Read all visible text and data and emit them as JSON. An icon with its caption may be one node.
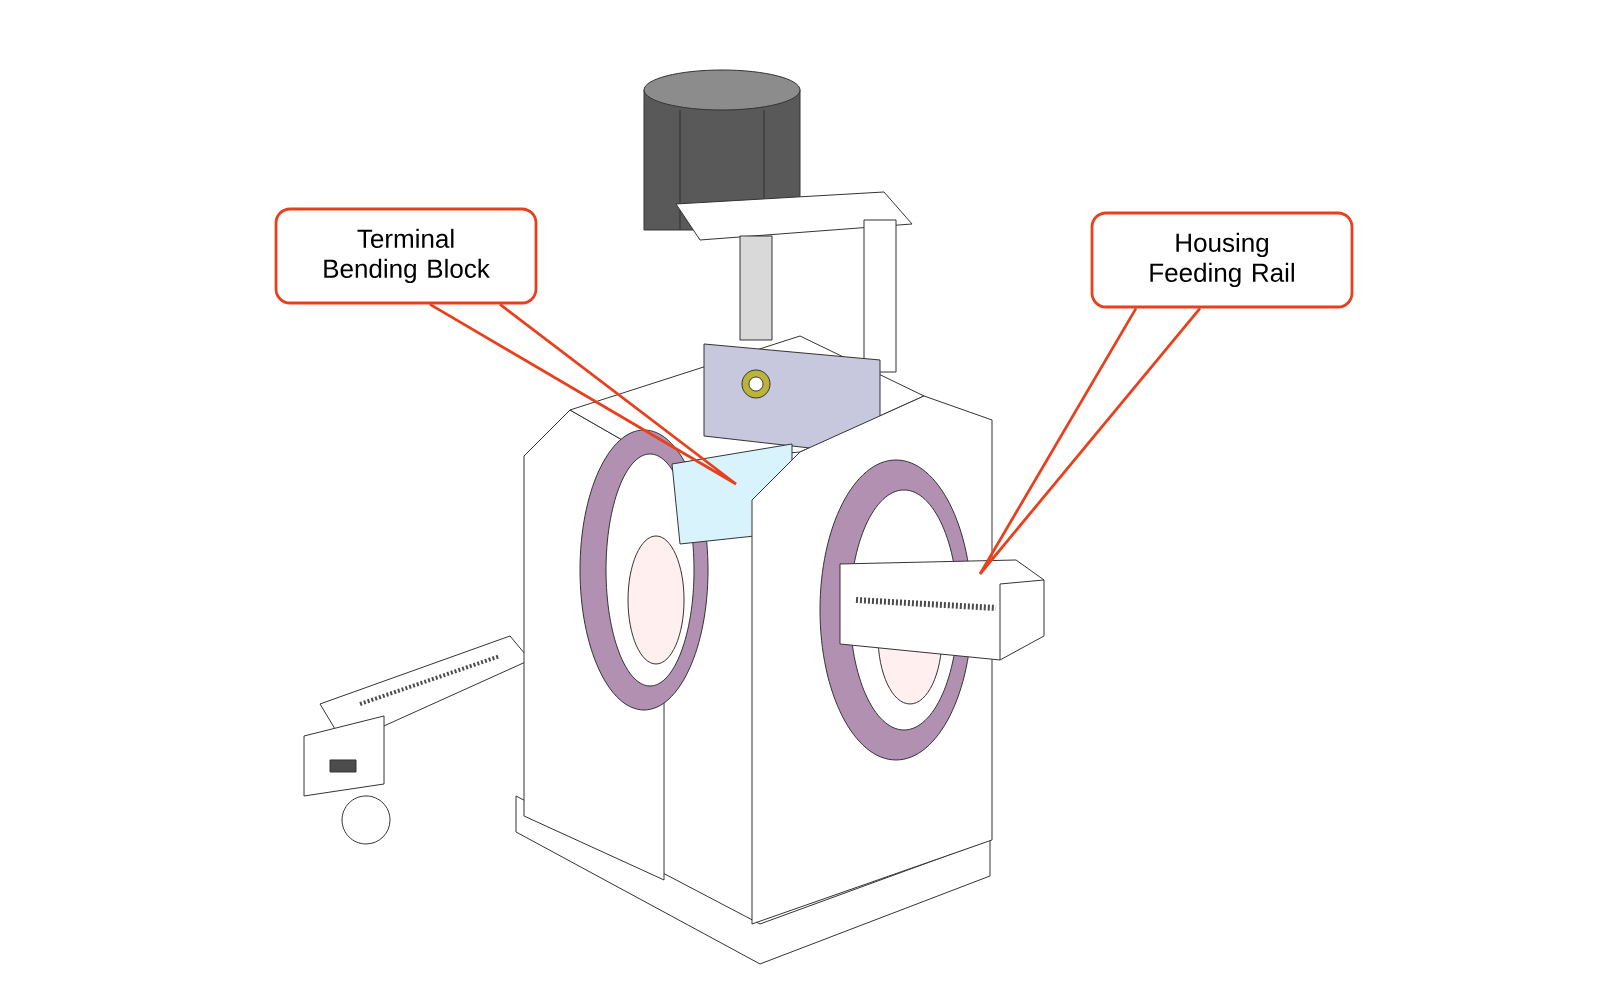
{
  "diagram": {
    "nodes": [
      {
        "text": [
          "Terminal Bending Block"
        ]
      },
      {
        "text": [
          "Housing Feeding Rail"
        ]
      }
    ],
    "edges": [
      {
        "from": 0,
        "to": null,
        "arrow": "none"
      },
      {
        "from": 1,
        "to": null,
        "arrow": "none"
      }
    ]
  }
}
